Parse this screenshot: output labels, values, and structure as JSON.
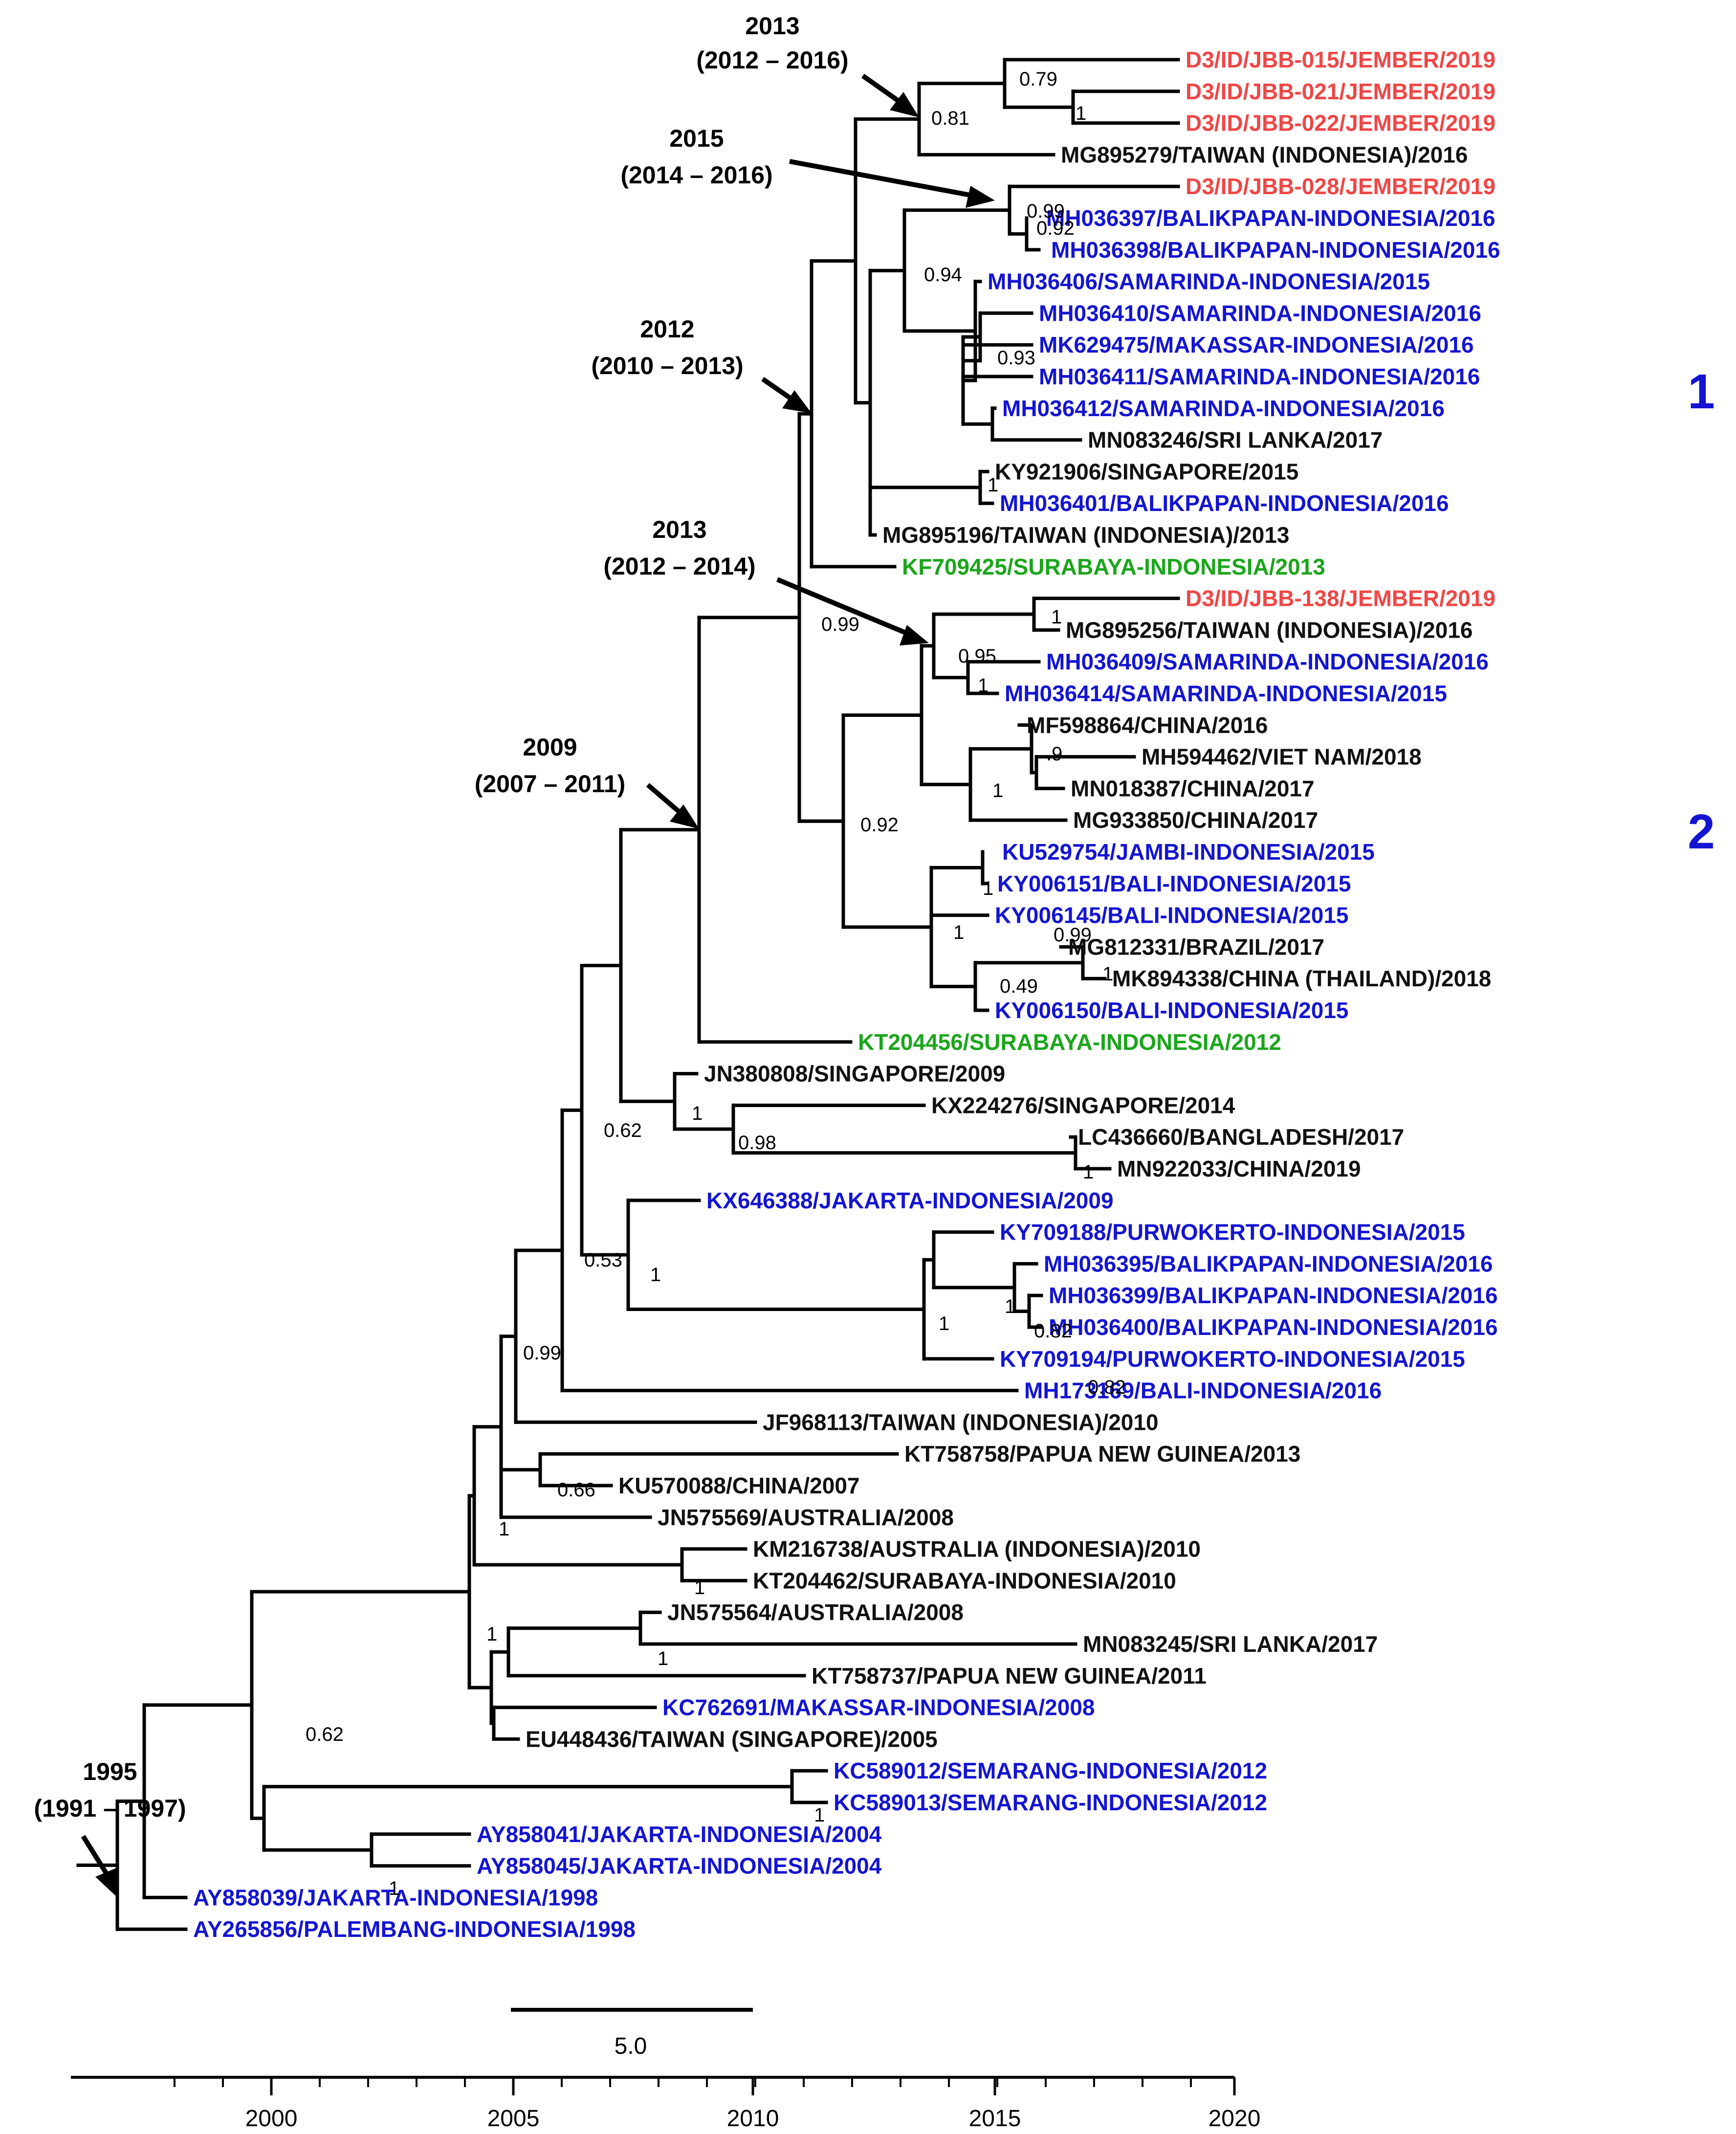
{
  "colors": {
    "jember": "#f04646",
    "indonesia": "#1414d2",
    "surabaya": "#1aa61a",
    "reference": "#111111"
  },
  "scale_bar_label": "5.0",
  "time_axis": {
    "ticks": [
      "2000",
      "2005",
      "2010",
      "2015",
      "2020"
    ]
  },
  "clades": [
    "1",
    "2"
  ],
  "annotations": [
    {
      "id": "a2013a",
      "line1": "2013",
      "line2": "(2012 – 2016)"
    },
    {
      "id": "a2015",
      "line1": "2015",
      "line2": "(2014 – 2016)"
    },
    {
      "id": "a2012",
      "line1": "2012",
      "line2": "(2010 – 2013)"
    },
    {
      "id": "a2013b",
      "line1": "2013",
      "line2": "(2012 – 2014)"
    },
    {
      "id": "a2009",
      "line1": "2009",
      "line2": "(2007 – 2011)"
    },
    {
      "id": "a1995",
      "line1": "1995",
      "line2": "(1991 – 1997)"
    }
  ],
  "supports": [
    {
      "id": "s1",
      "value": "0.79"
    },
    {
      "id": "s2",
      "value": "1"
    },
    {
      "id": "s3",
      "value": "0.81"
    },
    {
      "id": "s4",
      "value": "0.99"
    },
    {
      "id": "s5",
      "value": "0.92"
    },
    {
      "id": "s6",
      "value": "0.94"
    },
    {
      "id": "s7",
      "value": "0.93"
    },
    {
      "id": "s8",
      "value": "1"
    },
    {
      "id": "s9",
      "value": "0.99"
    },
    {
      "id": "s10",
      "value": "1"
    },
    {
      "id": "s11",
      "value": "0.95"
    },
    {
      "id": "s12",
      "value": "1"
    },
    {
      "id": "s13",
      "value": ".9"
    },
    {
      "id": "s14",
      "value": "1"
    },
    {
      "id": "s15",
      "value": "0.92"
    },
    {
      "id": "s16",
      "value": "0.99"
    },
    {
      "id": "s17",
      "value": "1"
    },
    {
      "id": "s18",
      "value": "1"
    },
    {
      "id": "s19",
      "value": "0.49"
    },
    {
      "id": "s20",
      "value": "1"
    },
    {
      "id": "s21",
      "value": "1"
    },
    {
      "id": "s22",
      "value": "0.82"
    },
    {
      "id": "s23",
      "value": "0.62"
    },
    {
      "id": "s24",
      "value": "1"
    },
    {
      "id": "s25",
      "value": "0.98"
    },
    {
      "id": "s26",
      "value": "0.53"
    },
    {
      "id": "s27",
      "value": "1"
    },
    {
      "id": "s28",
      "value": "1"
    },
    {
      "id": "s29",
      "value": "1"
    },
    {
      "id": "s30",
      "value": "0.82"
    },
    {
      "id": "s31",
      "value": "0.99"
    },
    {
      "id": "s32",
      "value": "0.66"
    },
    {
      "id": "s33",
      "value": "1"
    },
    {
      "id": "s34",
      "value": "1"
    },
    {
      "id": "s35",
      "value": "1"
    },
    {
      "id": "s36",
      "value": "1"
    },
    {
      "id": "s37",
      "value": "0.62"
    },
    {
      "id": "s38",
      "value": "1"
    },
    {
      "id": "s39",
      "value": "1"
    }
  ],
  "taxa": [
    {
      "label": "D3/ID/JBB-015/JEMBER/2019",
      "group": "jember"
    },
    {
      "label": "D3/ID/JBB-021/JEMBER/2019",
      "group": "jember"
    },
    {
      "label": "D3/ID/JBB-022/JEMBER/2019",
      "group": "jember"
    },
    {
      "label": "MG895279/TAIWAN (INDONESIA)/2016",
      "group": "reference"
    },
    {
      "label": "D3/ID/JBB-028/JEMBER/2019",
      "group": "jember"
    },
    {
      "label": "MH036397/BALIKPAPAN-INDONESIA/2016",
      "group": "indonesia"
    },
    {
      "label": "MH036398/BALIKPAPAN-INDONESIA/2016",
      "group": "indonesia"
    },
    {
      "label": "MH036406/SAMARINDA-INDONESIA/2015",
      "group": "indonesia"
    },
    {
      "label": "MH036410/SAMARINDA-INDONESIA/2016",
      "group": "indonesia"
    },
    {
      "label": "MK629475/MAKASSAR-INDONESIA/2016",
      "group": "indonesia"
    },
    {
      "label": "MH036411/SAMARINDA-INDONESIA/2016",
      "group": "indonesia"
    },
    {
      "label": "MH036412/SAMARINDA-INDONESIA/2016",
      "group": "indonesia"
    },
    {
      "label": "MN083246/SRI LANKA/2017",
      "group": "reference"
    },
    {
      "label": "KY921906/SINGAPORE/2015",
      "group": "reference"
    },
    {
      "label": "MH036401/BALIKPAPAN-INDONESIA/2016",
      "group": "indonesia"
    },
    {
      "label": "MG895196/TAIWAN (INDONESIA)/2013",
      "group": "reference"
    },
    {
      "label": "KF709425/SURABAYA-INDONESIA/2013",
      "group": "surabaya"
    },
    {
      "label": "D3/ID/JBB-138/JEMBER/2019",
      "group": "jember"
    },
    {
      "label": "MG895256/TAIWAN (INDONESIA)/2016",
      "group": "reference"
    },
    {
      "label": "MH036409/SAMARINDA-INDONESIA/2016",
      "group": "indonesia"
    },
    {
      "label": "MH036414/SAMARINDA-INDONESIA/2015",
      "group": "indonesia"
    },
    {
      "label": "MF598864/CHINA/2016",
      "group": "reference"
    },
    {
      "label": "MH594462/VIET NAM/2018",
      "group": "reference"
    },
    {
      "label": "MN018387/CHINA/2017",
      "group": "reference"
    },
    {
      "label": "MG933850/CHINA/2017",
      "group": "reference"
    },
    {
      "label": "KU529754/JAMBI-INDONESIA/2015",
      "group": "indonesia"
    },
    {
      "label": "KY006151/BALI-INDONESIA/2015",
      "group": "indonesia"
    },
    {
      "label": "KY006145/BALI-INDONESIA/2015",
      "group": "indonesia"
    },
    {
      "label": "MG812331/BRAZIL/2017",
      "group": "reference"
    },
    {
      "label": "MK894338/CHINA (THAILAND)/2018",
      "group": "reference"
    },
    {
      "label": "KY006150/BALI-INDONESIA/2015",
      "group": "indonesia"
    },
    {
      "label": "KT204456/SURABAYA-INDONESIA/2012",
      "group": "surabaya"
    },
    {
      "label": "JN380808/SINGAPORE/2009",
      "group": "reference"
    },
    {
      "label": "KX224276/SINGAPORE/2014",
      "group": "reference"
    },
    {
      "label": "LC436660/BANGLADESH/2017",
      "group": "reference"
    },
    {
      "label": "MN922033/CHINA/2019",
      "group": "reference"
    },
    {
      "label": "KX646388/JAKARTA-INDONESIA/2009",
      "group": "indonesia"
    },
    {
      "label": "KY709188/PURWOKERTO-INDONESIA/2015",
      "group": "indonesia"
    },
    {
      "label": "MH036395/BALIKPAPAN-INDONESIA/2016",
      "group": "indonesia"
    },
    {
      "label": "MH036399/BALIKPAPAN-INDONESIA/2016",
      "group": "indonesia"
    },
    {
      "label": "MH036400/BALIKPAPAN-INDONESIA/2016",
      "group": "indonesia"
    },
    {
      "label": "KY709194/PURWOKERTO-INDONESIA/2015",
      "group": "indonesia"
    },
    {
      "label": "MH173169/BALI-INDONESIA/2016",
      "group": "indonesia"
    },
    {
      "label": "JF968113/TAIWAN (INDONESIA)/2010",
      "group": "reference"
    },
    {
      "label": "KT758758/PAPUA NEW GUINEA/2013",
      "group": "reference"
    },
    {
      "label": "KU570088/CHINA/2007",
      "group": "reference"
    },
    {
      "label": "JN575569/AUSTRALIA/2008",
      "group": "reference"
    },
    {
      "label": "KM216738/AUSTRALIA (INDONESIA)/2010",
      "group": "reference"
    },
    {
      "label": "KT204462/SURABAYA-INDONESIA/2010",
      "group": "reference"
    },
    {
      "label": "JN575564/AUSTRALIA/2008",
      "group": "reference"
    },
    {
      "label": "MN083245/SRI LANKA/2017",
      "group": "reference"
    },
    {
      "label": "KT758737/PAPUA NEW GUINEA/2011",
      "group": "reference"
    },
    {
      "label": "KC762691/MAKASSAR-INDONESIA/2008",
      "group": "indonesia"
    },
    {
      "label": "EU448436/TAIWAN (SINGAPORE)/2005",
      "group": "reference"
    },
    {
      "label": "KC589012/SEMARANG-INDONESIA/2012",
      "group": "indonesia"
    },
    {
      "label": "KC589013/SEMARANG-INDONESIA/2012",
      "group": "indonesia"
    },
    {
      "label": "AY858041/JAKARTA-INDONESIA/2004",
      "group": "indonesia"
    },
    {
      "label": "AY858045/JAKARTA-INDONESIA/2004",
      "group": "indonesia"
    },
    {
      "label": "AY858039/JAKARTA-INDONESIA/1998",
      "group": "indonesia"
    },
    {
      "label": "AY265856/PALEMBANG-INDONESIA/1998",
      "group": "indonesia"
    }
  ]
}
